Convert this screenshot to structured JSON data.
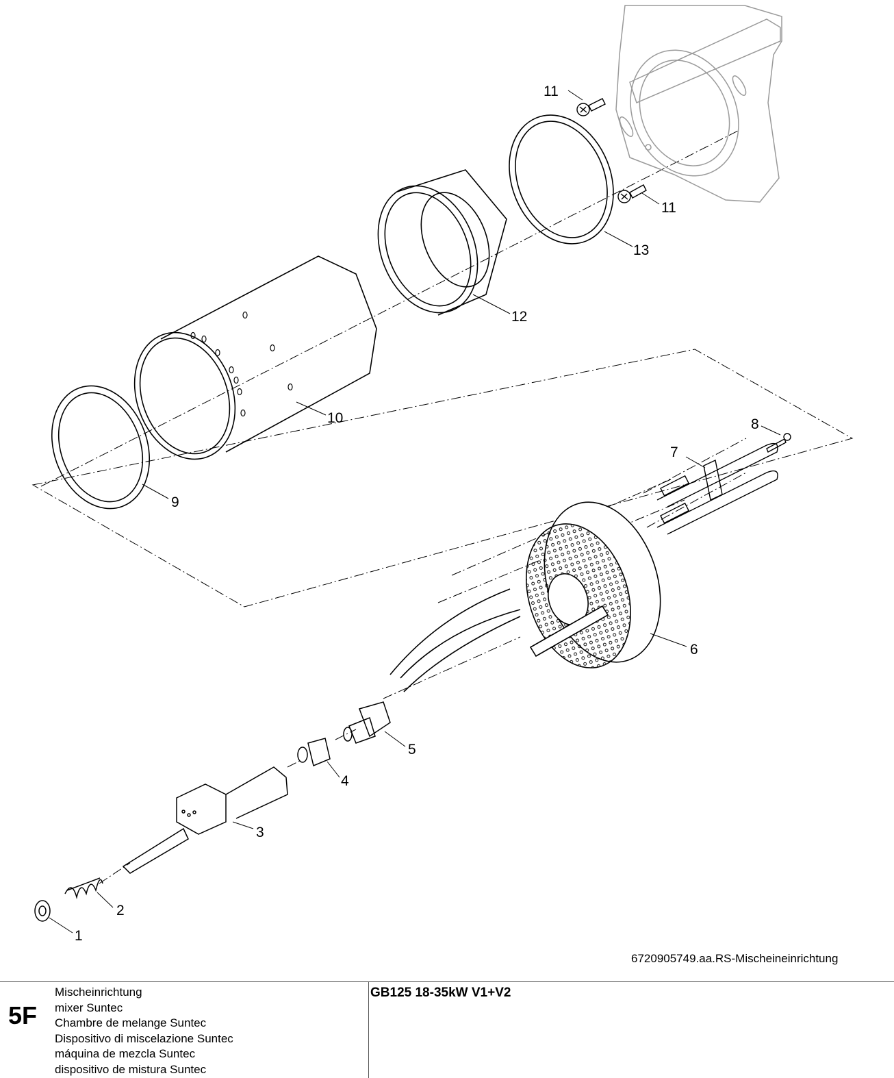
{
  "drawing": {
    "callouts": {
      "c1": "1",
      "c2": "2",
      "c3": "3",
      "c4": "4",
      "c5": "5",
      "c6": "6",
      "c7": "7",
      "c8": "8",
      "c9": "9",
      "c10": "10",
      "c11a": "11",
      "c11b": "11",
      "c12": "12",
      "c13": "13"
    },
    "reference": "6720905749.aa.RS-Mischeineinrichtung"
  },
  "footer": {
    "section_code": "5F",
    "names": [
      "Mischeinrichtung",
      "mixer Suntec",
      "Chambre de melange Suntec",
      "Dispositivo di miscelazione Suntec",
      "máquina de mezcla Suntec",
      "dispositivo de mistura Suntec"
    ],
    "model": "GB125 18-35kW V1+V2"
  }
}
